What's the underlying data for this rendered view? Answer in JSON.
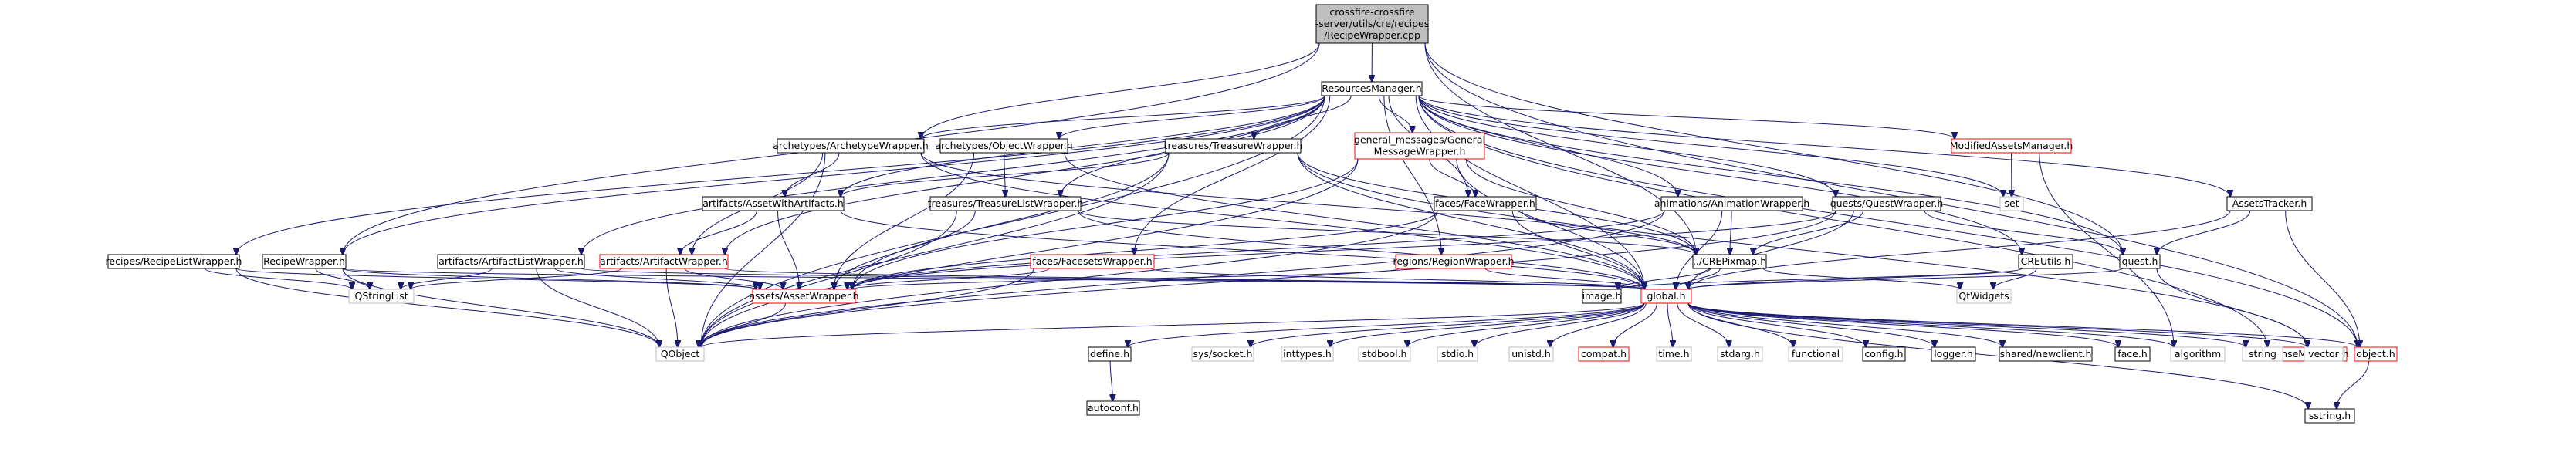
{
  "diagram": {
    "colors": {
      "edge": "#191970",
      "root_fill": "#bfbfbf",
      "node_border": "#000000",
      "missing_border": "#ff0000",
      "external_border": "#bfbfbf",
      "node_fill": "#ffffff"
    },
    "nodes": [
      {
        "id": "root",
        "lines": [
          "crossfire-crossfire",
          "-server/utils/cre/recipes",
          "/RecipeWrapper.cpp"
        ],
        "kind": "root"
      },
      {
        "id": "resmgr",
        "lines": [
          "ResourcesManager.h"
        ],
        "kind": "normal"
      },
      {
        "id": "archwrap",
        "lines": [
          "archetypes/ArchetypeWrapper.h"
        ],
        "kind": "normal"
      },
      {
        "id": "objwrap",
        "lines": [
          "archetypes/ObjectWrapper.h"
        ],
        "kind": "normal"
      },
      {
        "id": "treaswrap",
        "lines": [
          "treasures/TreasureWrapper.h"
        ],
        "kind": "normal"
      },
      {
        "id": "genmsg",
        "lines": [
          "general_messages/General",
          "MessageWrapper.h"
        ],
        "kind": "missing"
      },
      {
        "id": "modassets",
        "lines": [
          "ModifiedAssetsManager.h"
        ],
        "kind": "missing"
      },
      {
        "id": "assetwithart",
        "lines": [
          "artifacts/AssetWithArtifacts.h"
        ],
        "kind": "normal"
      },
      {
        "id": "treaslistwrap",
        "lines": [
          "treasures/TreasureListWrapper.h"
        ],
        "kind": "normal"
      },
      {
        "id": "facewrap",
        "lines": [
          "faces/FaceWrapper.h"
        ],
        "kind": "normal"
      },
      {
        "id": "animwrap",
        "lines": [
          "animations/AnimationWrapper.h"
        ],
        "kind": "normal"
      },
      {
        "id": "questwrap",
        "lines": [
          "quests/QuestWrapper.h"
        ],
        "kind": "normal"
      },
      {
        "id": "set",
        "lines": [
          "set"
        ],
        "kind": "external"
      },
      {
        "id": "assetstracker",
        "lines": [
          "AssetsTracker.h"
        ],
        "kind": "normal"
      },
      {
        "id": "recipelistwrap",
        "lines": [
          "recipes/RecipeListWrapper.h"
        ],
        "kind": "normal"
      },
      {
        "id": "recipewrap",
        "lines": [
          "RecipeWrapper.h"
        ],
        "kind": "normal"
      },
      {
        "id": "artlistwrap",
        "lines": [
          "artifacts/ArtifactListWrapper.h"
        ],
        "kind": "normal"
      },
      {
        "id": "artwrap",
        "lines": [
          "artifacts/ArtifactWrapper.h"
        ],
        "kind": "missing"
      },
      {
        "id": "facesetswrap",
        "lines": [
          "faces/FacesetsWrapper.h"
        ],
        "kind": "missing"
      },
      {
        "id": "regionwrap",
        "lines": [
          "regions/RegionWrapper.h"
        ],
        "kind": "missing"
      },
      {
        "id": "crepixmap",
        "lines": [
          "../CREPixmap.h"
        ],
        "kind": "normal"
      },
      {
        "id": "creutils",
        "lines": [
          "CREUtils.h"
        ],
        "kind": "normal"
      },
      {
        "id": "quest",
        "lines": [
          "quest.h"
        ],
        "kind": "normal"
      },
      {
        "id": "licmgr",
        "lines": [
          "LicenseManager.h"
        ],
        "kind": "missing"
      },
      {
        "id": "qstringlist",
        "lines": [
          "QStringList"
        ],
        "kind": "external"
      },
      {
        "id": "assetwrap",
        "lines": [
          "assets/AssetWrapper.h"
        ],
        "kind": "missing"
      },
      {
        "id": "image",
        "lines": [
          "image.h"
        ],
        "kind": "normal"
      },
      {
        "id": "global",
        "lines": [
          "global.h"
        ],
        "kind": "missing"
      },
      {
        "id": "qtwidgets",
        "lines": [
          "QtWidgets"
        ],
        "kind": "external"
      },
      {
        "id": "qobject",
        "lines": [
          "QObject"
        ],
        "kind": "external"
      },
      {
        "id": "define",
        "lines": [
          "define.h"
        ],
        "kind": "normal"
      },
      {
        "id": "syssocket",
        "lines": [
          "sys/socket.h"
        ],
        "kind": "external"
      },
      {
        "id": "inttypes",
        "lines": [
          "inttypes.h"
        ],
        "kind": "external"
      },
      {
        "id": "stdbool",
        "lines": [
          "stdbool.h"
        ],
        "kind": "external"
      },
      {
        "id": "stdio",
        "lines": [
          "stdio.h"
        ],
        "kind": "external"
      },
      {
        "id": "unistd",
        "lines": [
          "unistd.h"
        ],
        "kind": "external"
      },
      {
        "id": "compat",
        "lines": [
          "compat.h"
        ],
        "kind": "missing"
      },
      {
        "id": "time",
        "lines": [
          "time.h"
        ],
        "kind": "external"
      },
      {
        "id": "stdarg",
        "lines": [
          "stdarg.h"
        ],
        "kind": "external"
      },
      {
        "id": "functional",
        "lines": [
          "functional"
        ],
        "kind": "external"
      },
      {
        "id": "config",
        "lines": [
          "config.h"
        ],
        "kind": "normal"
      },
      {
        "id": "logger",
        "lines": [
          "logger.h"
        ],
        "kind": "normal"
      },
      {
        "id": "sharednewclient",
        "lines": [
          "shared/newclient.h"
        ],
        "kind": "normal"
      },
      {
        "id": "face",
        "lines": [
          "face.h"
        ],
        "kind": "normal"
      },
      {
        "id": "algorithm",
        "lines": [
          "algorithm"
        ],
        "kind": "external"
      },
      {
        "id": "string",
        "lines": [
          "string"
        ],
        "kind": "external"
      },
      {
        "id": "vector",
        "lines": [
          "vector"
        ],
        "kind": "external"
      },
      {
        "id": "object",
        "lines": [
          "object.h"
        ],
        "kind": "missing"
      },
      {
        "id": "autoconf",
        "lines": [
          "autoconf.h"
        ],
        "kind": "normal"
      },
      {
        "id": "sstring",
        "lines": [
          "sstring.h"
        ],
        "kind": "normal"
      }
    ],
    "edges": [
      [
        "root",
        "resmgr"
      ],
      [
        "root",
        "archwrap"
      ],
      [
        "root",
        "recipewrap"
      ],
      [
        "root",
        "crepixmap"
      ],
      [
        "root",
        "quest"
      ],
      [
        "root",
        "object"
      ],
      [
        "resmgr",
        "archwrap"
      ],
      [
        "resmgr",
        "objwrap"
      ],
      [
        "resmgr",
        "treaswrap"
      ],
      [
        "resmgr",
        "genmsg"
      ],
      [
        "resmgr",
        "modassets"
      ],
      [
        "resmgr",
        "assetwithart"
      ],
      [
        "resmgr",
        "treaslistwrap"
      ],
      [
        "resmgr",
        "facewrap"
      ],
      [
        "resmgr",
        "animwrap"
      ],
      [
        "resmgr",
        "questwrap"
      ],
      [
        "resmgr",
        "set"
      ],
      [
        "resmgr",
        "assetstracker"
      ],
      [
        "resmgr",
        "recipelistwrap"
      ],
      [
        "resmgr",
        "recipewrap"
      ],
      [
        "resmgr",
        "artlistwrap"
      ],
      [
        "resmgr",
        "artwrap"
      ],
      [
        "resmgr",
        "facesetswrap"
      ],
      [
        "resmgr",
        "regionwrap"
      ],
      [
        "resmgr",
        "creutils"
      ],
      [
        "resmgr",
        "quest"
      ],
      [
        "resmgr",
        "licmgr"
      ],
      [
        "resmgr",
        "qobject"
      ],
      [
        "resmgr",
        "object"
      ],
      [
        "resmgr",
        "global"
      ],
      [
        "archwrap",
        "assetwithart"
      ],
      [
        "archwrap",
        "artwrap"
      ],
      [
        "archwrap",
        "crepixmap"
      ],
      [
        "archwrap",
        "global"
      ],
      [
        "archwrap",
        "qobject"
      ],
      [
        "objwrap",
        "treaslistwrap"
      ],
      [
        "objwrap",
        "assetwrap"
      ],
      [
        "objwrap",
        "global"
      ],
      [
        "treaswrap",
        "assetwrap"
      ],
      [
        "treaswrap",
        "global"
      ],
      [
        "treaswrap",
        "qobject"
      ],
      [
        "treaswrap",
        "assetwithart"
      ],
      [
        "treaswrap",
        "vector"
      ],
      [
        "treaswrap",
        "crepixmap"
      ],
      [
        "genmsg",
        "facewrap"
      ],
      [
        "genmsg",
        "assetwrap"
      ],
      [
        "genmsg",
        "global"
      ],
      [
        "genmsg",
        "crepixmap"
      ],
      [
        "genmsg",
        "qobject"
      ],
      [
        "modassets",
        "set"
      ],
      [
        "modassets",
        "algorithm"
      ],
      [
        "assetwithart",
        "artwrap"
      ],
      [
        "assetwithart",
        "assetwrap"
      ],
      [
        "assetwithart",
        "global"
      ],
      [
        "treaslistwrap",
        "assetwrap"
      ],
      [
        "treaslistwrap",
        "global"
      ],
      [
        "treaslistwrap",
        "qobject"
      ],
      [
        "treaslistwrap",
        "crepixmap"
      ],
      [
        "facewrap",
        "assetwrap"
      ],
      [
        "facewrap",
        "global"
      ],
      [
        "facewrap",
        "crepixmap"
      ],
      [
        "facewrap",
        "qobject"
      ],
      [
        "animwrap",
        "assetwrap"
      ],
      [
        "animwrap",
        "global"
      ],
      [
        "animwrap",
        "crepixmap"
      ],
      [
        "animwrap",
        "qobject"
      ],
      [
        "questwrap",
        "assetwrap"
      ],
      [
        "questwrap",
        "global"
      ],
      [
        "questwrap",
        "quest"
      ],
      [
        "questwrap",
        "crepixmap"
      ],
      [
        "questwrap",
        "qobject"
      ],
      [
        "assetstracker",
        "global"
      ],
      [
        "assetstracker",
        "quest"
      ],
      [
        "assetstracker",
        "object"
      ],
      [
        "recipelistwrap",
        "assetwrap"
      ],
      [
        "recipelistwrap",
        "qobject"
      ],
      [
        "recipelistwrap",
        "qstringlist"
      ],
      [
        "recipewrap",
        "assetwrap"
      ],
      [
        "recipewrap",
        "qobject"
      ],
      [
        "recipewrap",
        "qstringlist"
      ],
      [
        "recipewrap",
        "global"
      ],
      [
        "artlistwrap",
        "assetwrap"
      ],
      [
        "artlistwrap",
        "qobject"
      ],
      [
        "artlistwrap",
        "qstringlist"
      ],
      [
        "artlistwrap",
        "global"
      ],
      [
        "artwrap",
        "assetwrap"
      ],
      [
        "artwrap",
        "qobject"
      ],
      [
        "artwrap",
        "qstringlist"
      ],
      [
        "artwrap",
        "global"
      ],
      [
        "facesetswrap",
        "assetwrap"
      ],
      [
        "facesetswrap",
        "global"
      ],
      [
        "facesetswrap",
        "qobject"
      ],
      [
        "regionwrap",
        "assetwrap"
      ],
      [
        "regionwrap",
        "global"
      ],
      [
        "crepixmap",
        "qtwidgets"
      ],
      [
        "crepixmap",
        "image"
      ],
      [
        "crepixmap",
        "global"
      ],
      [
        "creutils",
        "qtwidgets"
      ],
      [
        "creutils",
        "image"
      ],
      [
        "creutils",
        "global"
      ],
      [
        "quest",
        "global"
      ],
      [
        "quest",
        "vector"
      ],
      [
        "licmgr",
        "string"
      ],
      [
        "licmgr",
        "vector"
      ],
      [
        "assetwrap",
        "qobject"
      ],
      [
        "global",
        "define"
      ],
      [
        "global",
        "syssocket"
      ],
      [
        "global",
        "inttypes"
      ],
      [
        "global",
        "stdbool"
      ],
      [
        "global",
        "stdio"
      ],
      [
        "global",
        "unistd"
      ],
      [
        "global",
        "compat"
      ],
      [
        "global",
        "time"
      ],
      [
        "global",
        "stdarg"
      ],
      [
        "global",
        "functional"
      ],
      [
        "global",
        "config"
      ],
      [
        "global",
        "logger"
      ],
      [
        "global",
        "sharednewclient"
      ],
      [
        "global",
        "face"
      ],
      [
        "global",
        "algorithm"
      ],
      [
        "global",
        "string"
      ],
      [
        "global",
        "vector"
      ],
      [
        "global",
        "object"
      ],
      [
        "global",
        "sstring"
      ],
      [
        "global",
        "qobject"
      ],
      [
        "define",
        "autoconf"
      ],
      [
        "object",
        "sstring"
      ]
    ]
  }
}
